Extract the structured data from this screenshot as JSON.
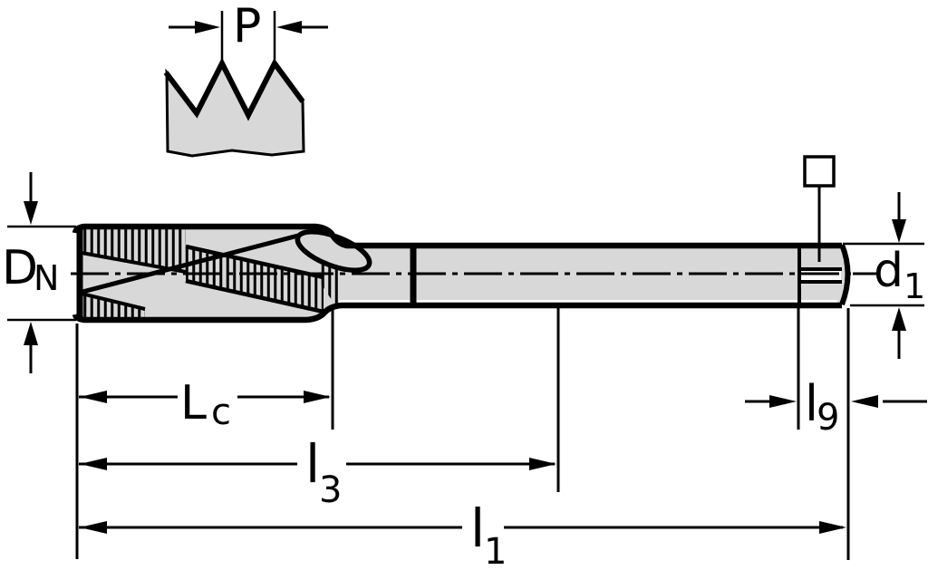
{
  "title": "Thread tap technical dimension drawing",
  "colors": {
    "background": "#ffffff",
    "body_fill": "#d8d8d8",
    "line": "#000000"
  },
  "labels": {
    "pitch": {
      "main": "P"
    },
    "nominal_diameter": {
      "main": "D",
      "sub": "N"
    },
    "thread_chamfer_length": {
      "main": "L",
      "sub": "c"
    },
    "thread_length_l3": {
      "main": "l",
      "sub": "3"
    },
    "overall_length_l1": {
      "main": "l",
      "sub": "1"
    },
    "square_length_l9": {
      "main": "l",
      "sub": "9"
    },
    "shank_diameter_d1": {
      "main": "d",
      "sub": "1"
    }
  }
}
